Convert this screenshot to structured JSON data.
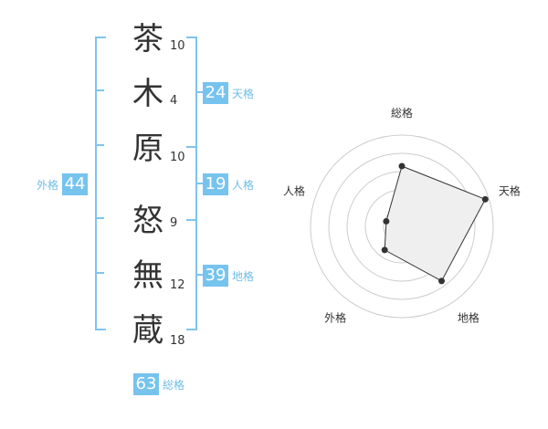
{
  "name": {
    "characters": [
      {
        "char": "茶",
        "strokes": "10"
      },
      {
        "char": "木",
        "strokes": "4"
      },
      {
        "char": "原",
        "strokes": "10"
      },
      {
        "char": "怒",
        "strokes": "9"
      },
      {
        "char": "無",
        "strokes": "12"
      },
      {
        "char": "蔵",
        "strokes": "18"
      }
    ]
  },
  "scores": {
    "tenkaku": {
      "value": "24",
      "label": "天格"
    },
    "jinkaku": {
      "value": "19",
      "label": "人格"
    },
    "chikaku": {
      "value": "39",
      "label": "地格"
    },
    "gaikaku": {
      "value": "44",
      "label": "外格"
    },
    "soukaku": {
      "value": "63",
      "label": "総格"
    }
  },
  "chart_data": {
    "type": "radar",
    "axes": [
      "総格",
      "天格",
      "地格",
      "外格",
      "人格"
    ],
    "values": [
      3.3,
      4.8,
      3.7,
      1.6,
      0.9
    ],
    "max": 5,
    "rings": 4,
    "colors": {
      "fill": "#efefef",
      "stroke": "#333333",
      "grid": "#cccccc",
      "point": "#333333"
    }
  }
}
